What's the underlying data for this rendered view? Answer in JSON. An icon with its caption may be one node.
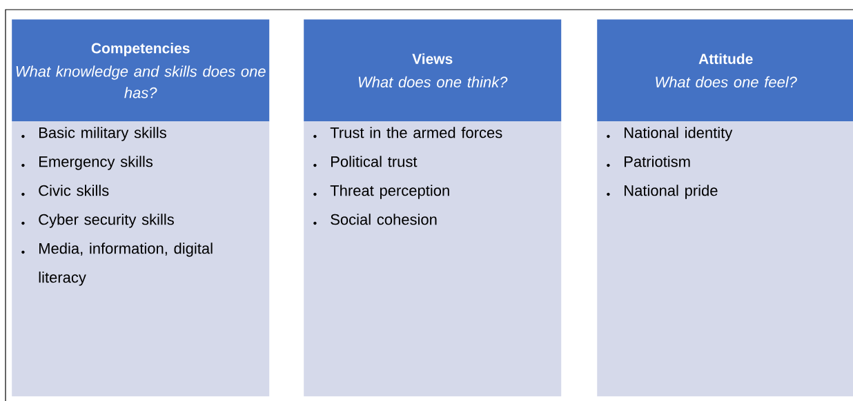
{
  "diagram": {
    "nodes": [
      {
        "text": [
          "Competencies",
          "What knowledge and skills does one has?"
        ]
      },
      {
        "text": [
          "Basic military skills",
          "Emergency skills",
          "Civic skills",
          "Cyber security skills",
          "Media, information, digital literacy"
        ]
      },
      {
        "text": [
          "Views",
          "What does one think?"
        ]
      },
      {
        "text": [
          "Trust in the armed forces",
          "Political trust",
          "Threat perception",
          "Social cohesion"
        ]
      },
      {
        "text": [
          "Attitude",
          "What does one feel?"
        ]
      },
      {
        "text": [
          "National identity",
          "Patriotism",
          "National pride"
        ]
      }
    ]
  }
}
